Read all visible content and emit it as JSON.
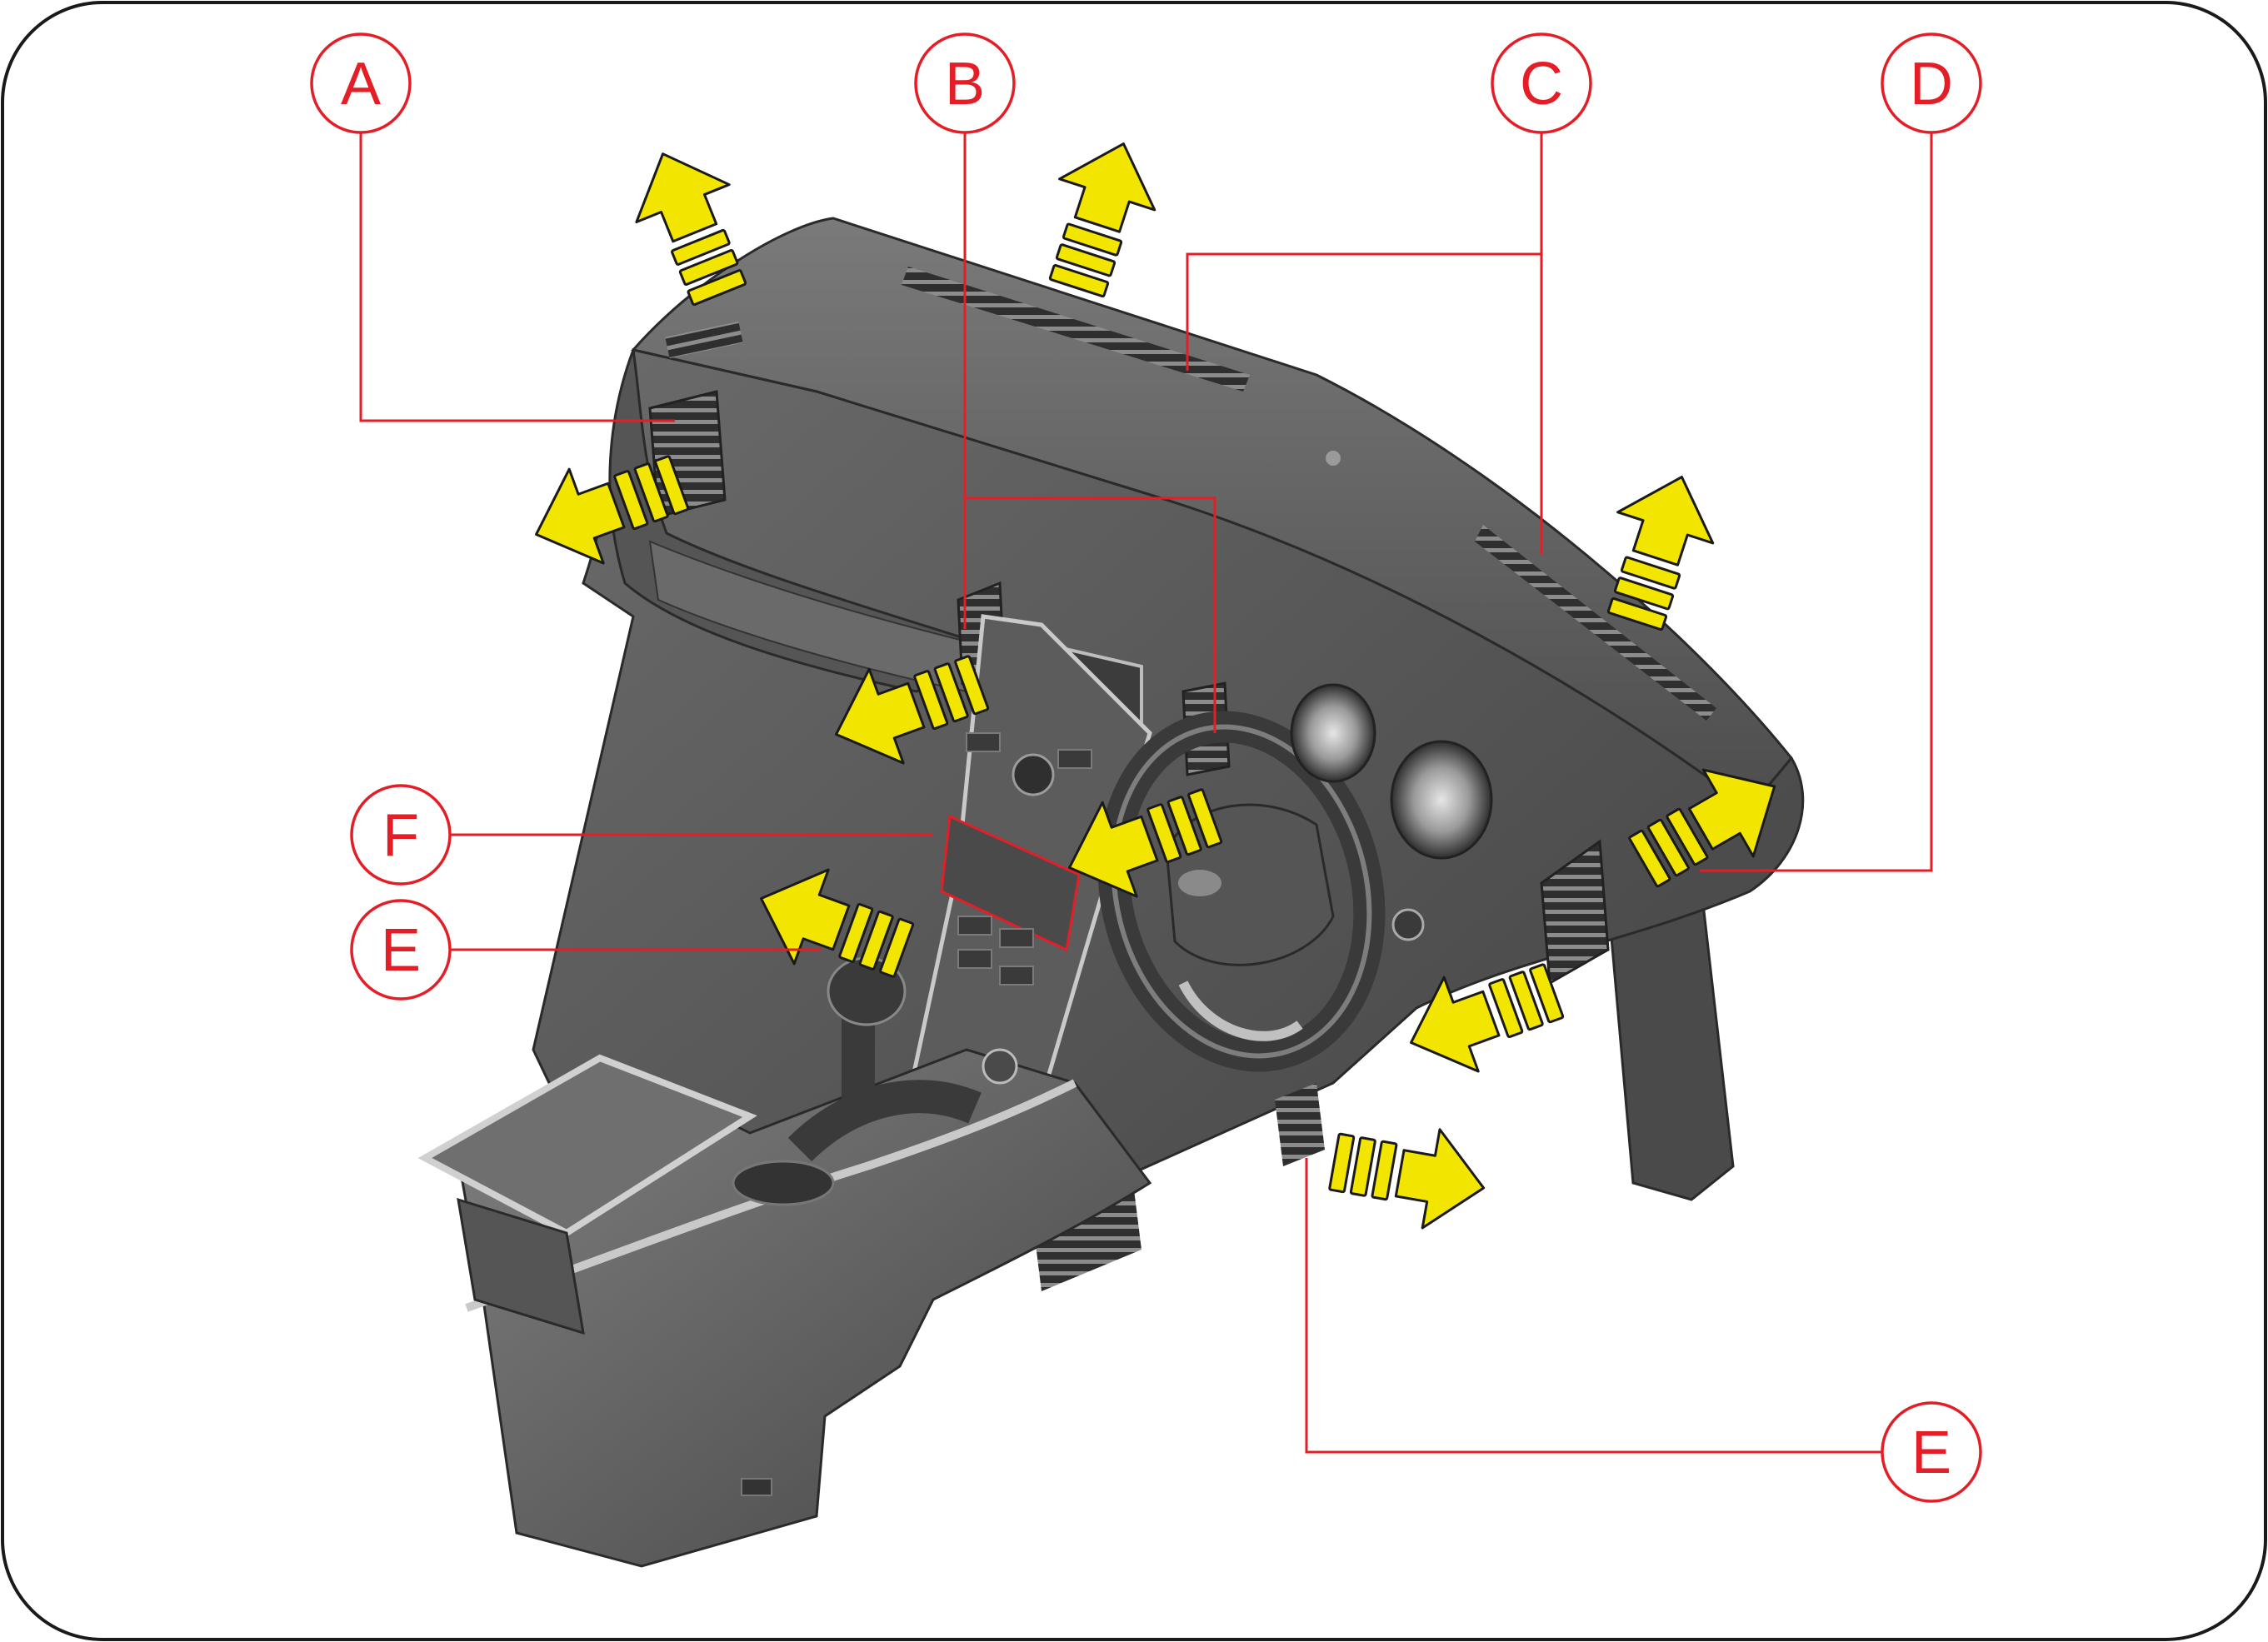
{
  "callouts": {
    "a": "A",
    "b": "B",
    "c": "C",
    "d": "D",
    "e_left": "E",
    "e_bottom": "E",
    "f": "F"
  },
  "colors": {
    "callout": "#e41e26",
    "airflow_arrow": "#f2e600",
    "dashboard": "#5f5f5f",
    "frame": "#1a1a1a"
  },
  "icons": {
    "airflow": "yellow-airflow-arrow-icon"
  }
}
